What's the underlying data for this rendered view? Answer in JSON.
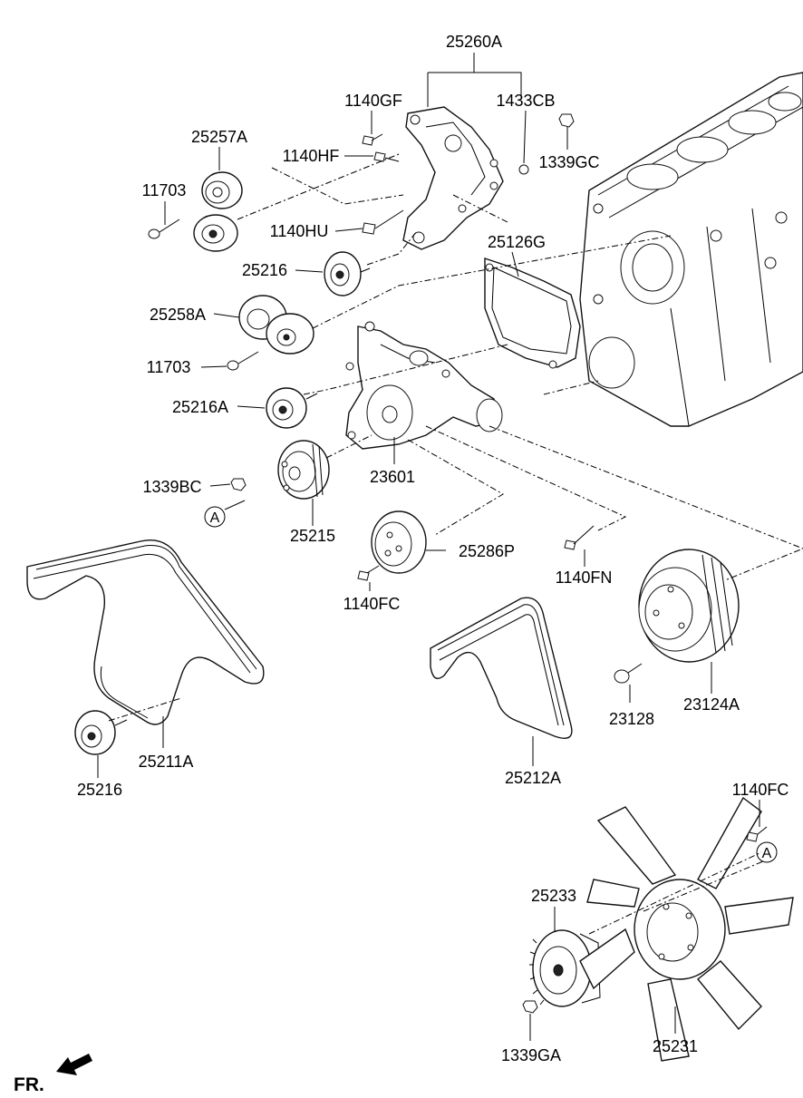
{
  "parts": {
    "p25260A": "25260A",
    "p1140GF": "1140GF",
    "p1433CB": "1433CB",
    "p25257A": "25257A",
    "p1140HF": "1140HF",
    "p1339GC": "1339GC",
    "p11703_top": "11703",
    "p1140HU": "1140HU",
    "p25126G": "25126G",
    "p25216_top": "25216",
    "p25258A": "25258A",
    "p11703_mid": "11703",
    "p25216A": "25216A",
    "p1339BC": "1339BC",
    "p23601": "23601",
    "p25215": "25215",
    "p25286P": "25286P",
    "p1140FN": "1140FN",
    "p1140FC_mid": "1140FC",
    "p23128": "23128",
    "p23124A": "23124A",
    "p25211A": "25211A",
    "p25216_bottom": "25216",
    "p25212A": "25212A",
    "p1140FC_right": "1140FC",
    "p25233": "25233",
    "p1339GA": "1339GA",
    "p25231": "25231"
  },
  "callouts": {
    "a_left": "A",
    "a_right": "A"
  },
  "direction": {
    "fr": "FR."
  }
}
